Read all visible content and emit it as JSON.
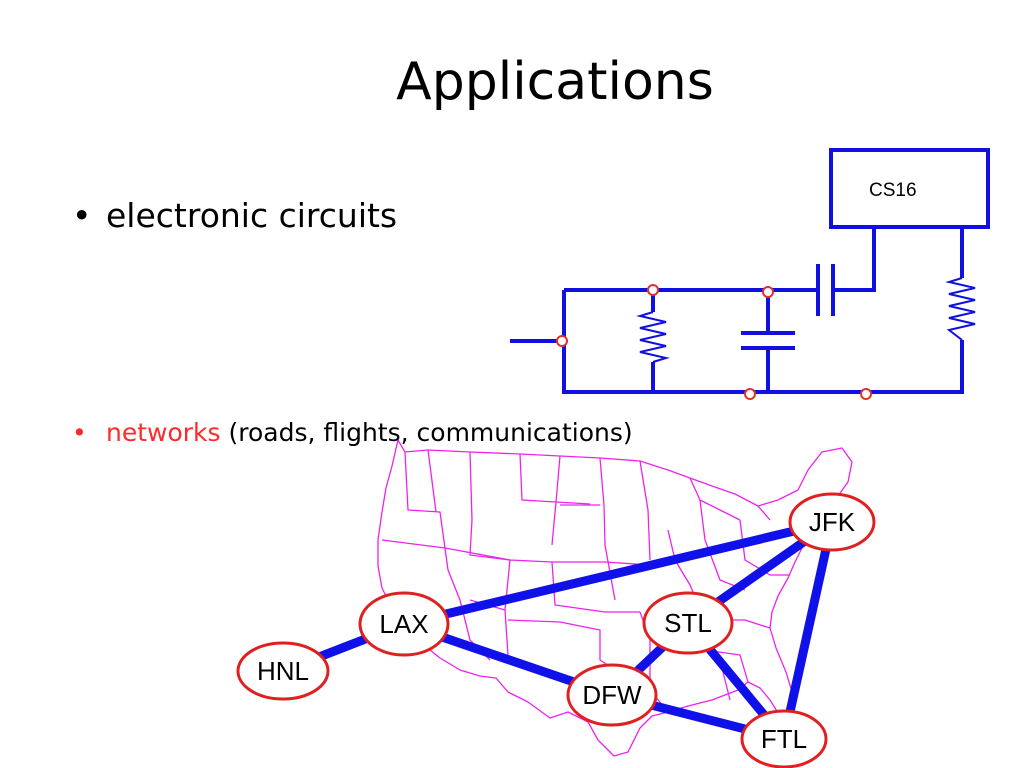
{
  "slide": {
    "title": "Applications",
    "bullets": [
      {
        "symbol": "•",
        "text": "electronic circuits"
      },
      {
        "symbol": "•",
        "highlight": "networks",
        "rest": " (roads, flights, communications)"
      }
    ]
  },
  "circuit": {
    "chip_label": "CS16",
    "wire_color": "#1010e0",
    "junction_color": "#e03030"
  },
  "network": {
    "map_color": "#ee22ee",
    "edge_color": "#1010e8",
    "node_stroke": "#e02020",
    "nodes": [
      {
        "id": "HNL",
        "label": "HNL"
      },
      {
        "id": "LAX",
        "label": "LAX"
      },
      {
        "id": "STL",
        "label": "STL"
      },
      {
        "id": "DFW",
        "label": "DFW"
      },
      {
        "id": "FTL",
        "label": "FTL"
      },
      {
        "id": "JFK",
        "label": "JFK"
      }
    ],
    "edges": [
      [
        "HNL",
        "LAX"
      ],
      [
        "LAX",
        "JFK"
      ],
      [
        "LAX",
        "DFW"
      ],
      [
        "DFW",
        "STL"
      ],
      [
        "DFW",
        "FTL"
      ],
      [
        "STL",
        "JFK"
      ],
      [
        "STL",
        "FTL"
      ],
      [
        "JFK",
        "FTL"
      ]
    ]
  }
}
